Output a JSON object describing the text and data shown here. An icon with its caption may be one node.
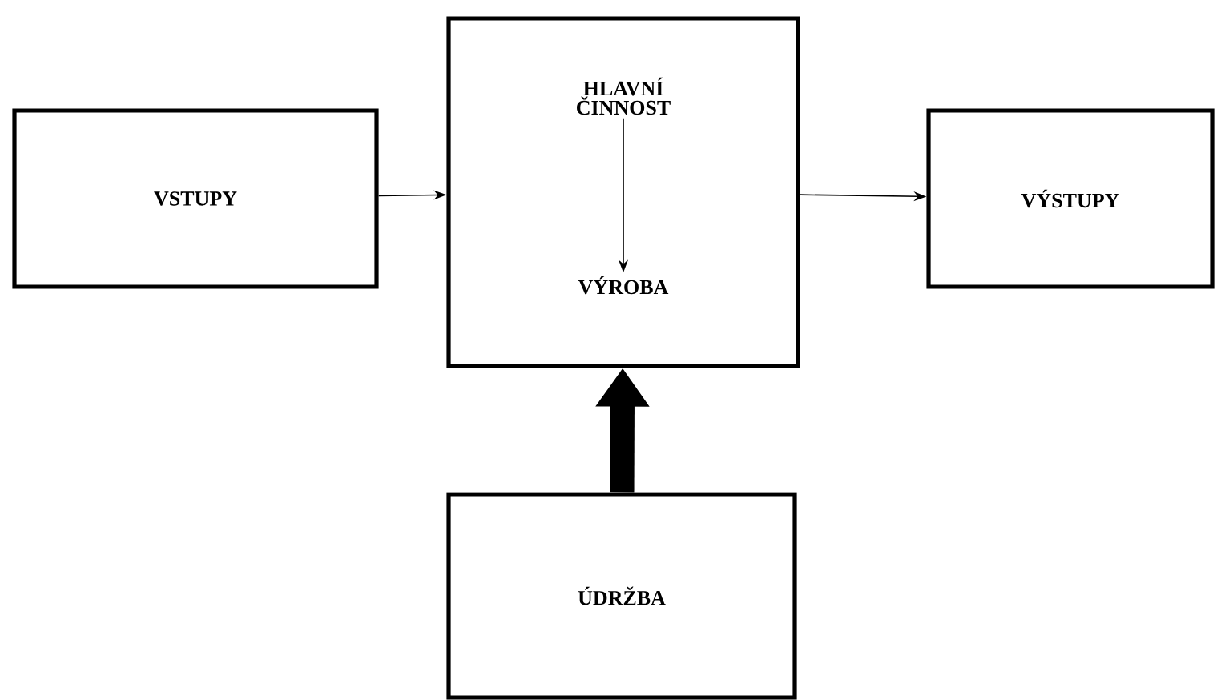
{
  "diagram": {
    "nodes": [
      {
        "text": [
          "VSTUPY"
        ]
      },
      {
        "text": [],
        "shape": "box"
      },
      {
        "text": [
          "HLAVNÍ ČINNOST"
        ],
        "in": 1
      },
      {
        "text": [
          "VÝROBA"
        ],
        "in": 1
      },
      {
        "text": [
          "VÝSTUPY"
        ]
      },
      {
        "text": [
          "ÚDRŽBA"
        ]
      }
    ],
    "edges": [
      {
        "from": 0,
        "to": 1,
        "arrow": "to"
      },
      {
        "from": 1,
        "to": 4,
        "arrow": "to"
      },
      {
        "from": 2,
        "to": 3,
        "arrow": "to"
      },
      {
        "from": 5,
        "to": 1,
        "arrow": "to",
        "style": "thick"
      }
    ]
  }
}
